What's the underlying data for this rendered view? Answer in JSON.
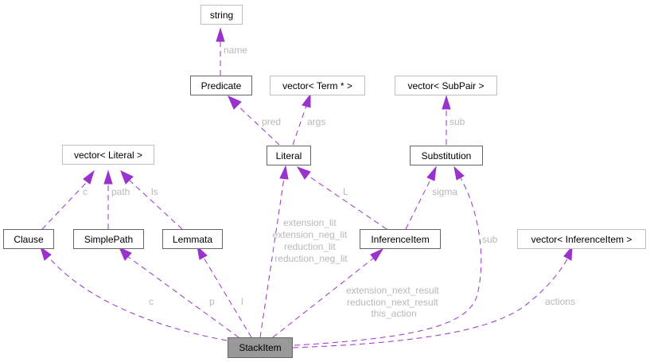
{
  "diagram": {
    "type": "collaboration-graph",
    "colors": {
      "edge": "#9a32cd",
      "label": "#b8b8b8",
      "main_node_fill": "#999999",
      "node_border": "#666666",
      "external_node_border": "#bfbfbf"
    },
    "nodes": {
      "string": "string",
      "predicate": "Predicate",
      "vector_term": "vector< Term * >",
      "vector_subpair": "vector< SubPair >",
      "literal": "Literal",
      "substitution": "Substitution",
      "vector_literal": "vector< Literal >",
      "clause": "Clause",
      "simplepath": "SimplePath",
      "lemmata": "Lemmata",
      "inferenceitem": "InferenceItem",
      "vector_inferenceitem": "vector< InferenceItem >",
      "stackitem": "StackItem"
    },
    "edges": {
      "name": "name",
      "pred": "pred",
      "args": "args",
      "sub_subpair": "sub",
      "c_vector_literal": "c",
      "path": "path",
      "ls": "ls",
      "L": "L",
      "sigma": "sigma",
      "sub_stackitem": "sub",
      "c_clause": "c",
      "p": "p",
      "l": "l",
      "lits": [
        "extension_lit",
        "extension_neg_lit",
        "reduction_lit",
        "reduction_neg_lit"
      ],
      "results": [
        "extension_next_result",
        "reduction_next_result",
        "this_action"
      ],
      "actions": "actions"
    }
  }
}
